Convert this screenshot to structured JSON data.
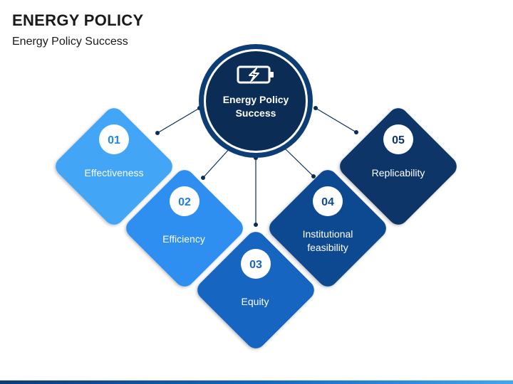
{
  "header": {
    "title": "ENERGY POLICY",
    "subtitle": "Energy Policy Success"
  },
  "center": {
    "label_line1": "Energy Policy",
    "label_line2": "Success",
    "icon": "battery-charging-icon"
  },
  "items": [
    {
      "number": "01",
      "line1": "Effectiveness",
      "line2": "",
      "color": "#42a5f5",
      "number_color": "#1e88e5"
    },
    {
      "number": "02",
      "line1": "Efficiency",
      "line2": "",
      "color": "#2f8ff0",
      "number_color": "#1e7fe0"
    },
    {
      "number": "03",
      "line1": "Equity",
      "line2": "",
      "color": "#1565c0",
      "number_color": "#1565c0"
    },
    {
      "number": "04",
      "line1": "Institutional",
      "line2": "feasibility",
      "color": "#0d4a91",
      "number_color": "#0d4a91"
    },
    {
      "number": "05",
      "line1": "Replicability",
      "line2": "",
      "color": "#0b3567",
      "number_color": "#0b3567"
    }
  ],
  "colors": {
    "center_fill": "#0b2d55",
    "center_ring": "#0d3d75",
    "connector": "#0b2d55"
  }
}
